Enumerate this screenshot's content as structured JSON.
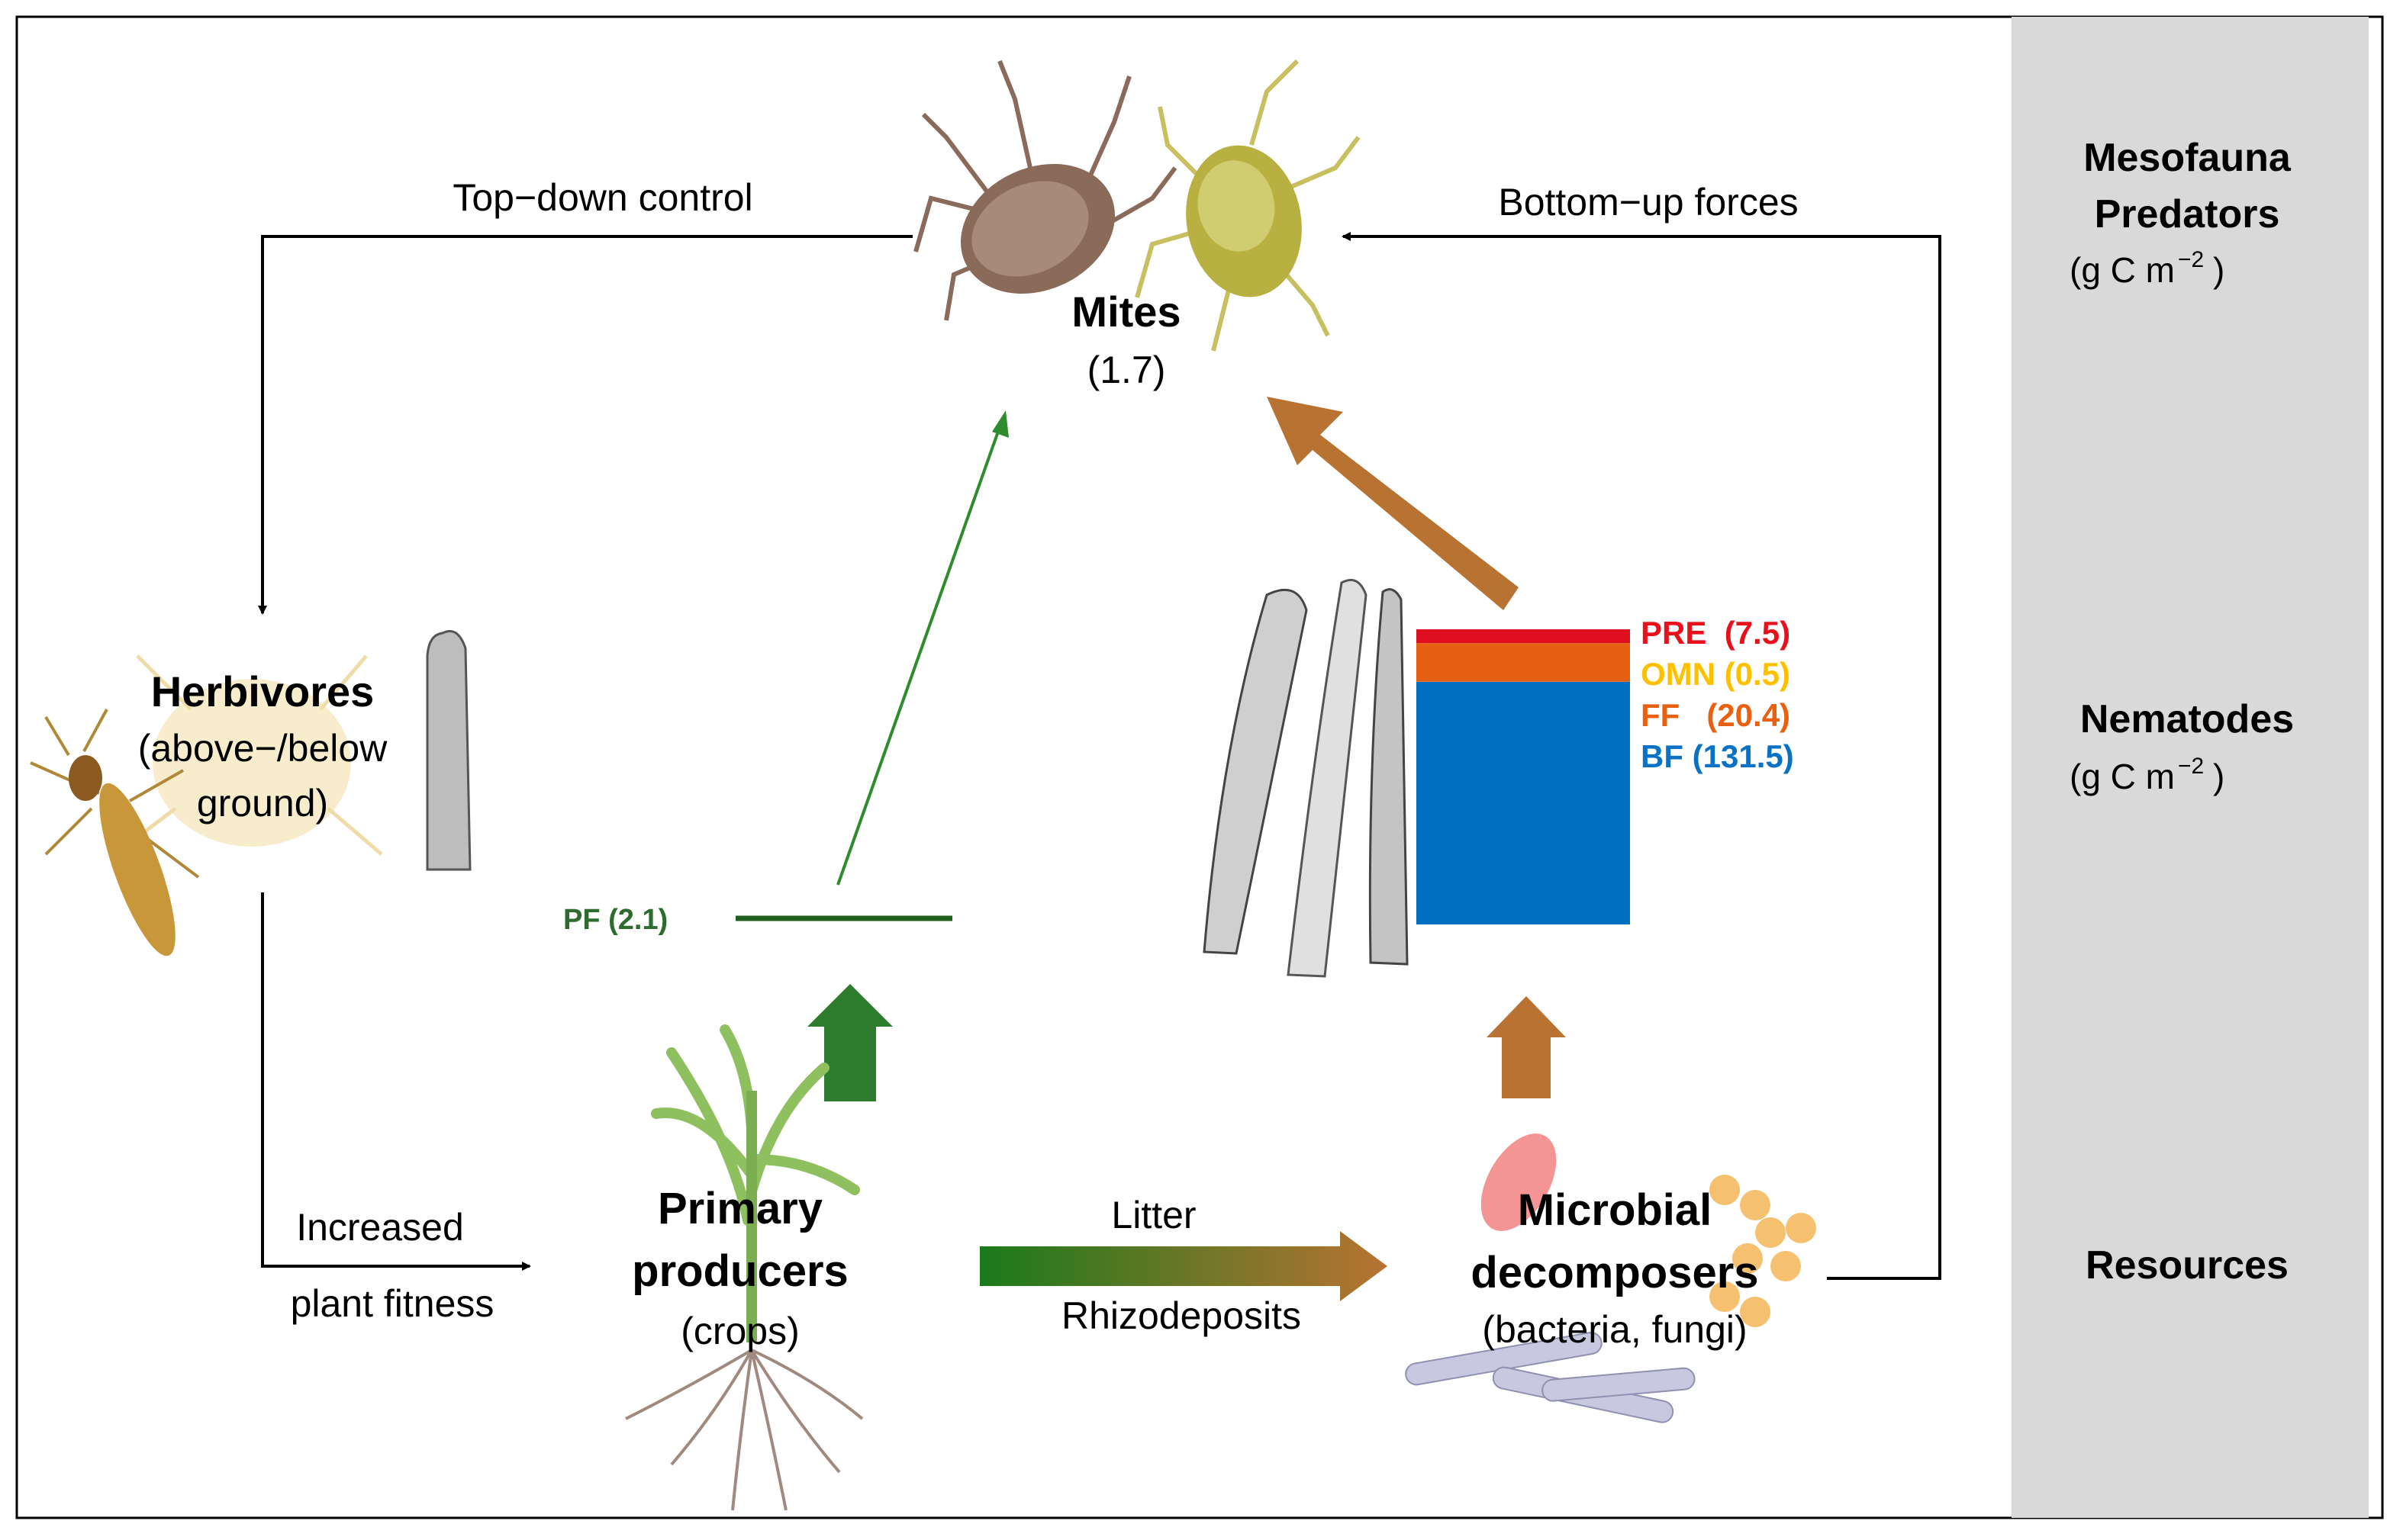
{
  "side_panel": {
    "mesofauna_line1": "Mesofauna",
    "mesofauna_line2": "Predators",
    "mesofauna_unit": "(g C m",
    "unit_exp": "−2",
    "unit_close": ")",
    "nematodes": "Nematodes",
    "nematodes_unit": "(g C m",
    "resources": "Resources"
  },
  "mites": {
    "label": "Mites",
    "value": "(1.7)"
  },
  "arrows": {
    "top_down": "Top−down control",
    "bottom_up": "Bottom−up forces",
    "increased_line1": "Increased",
    "increased_line2": "plant fitness",
    "litter": "Litter",
    "rhizodeposits": "Rhizodeposits"
  },
  "herbivores": {
    "label": "Herbivores",
    "line2": "(above−/below",
    "line3": "ground)"
  },
  "primary": {
    "line1": "Primary",
    "line2": "producers",
    "line3": "(crops)"
  },
  "microbial": {
    "line1": "Microbial",
    "line2": "decomposers",
    "line3": "(bacteria, fungi)"
  },
  "pf_label": "PF (2.1)",
  "nematode_legend": [
    {
      "label": "PRE  (7.5)",
      "color": "#e8101a"
    },
    {
      "label": "OMN (0.5)",
      "color": "#ffc000"
    },
    {
      "label": "FF   (20.4)",
      "color": "#e86010"
    },
    {
      "label": "BF (131.5)",
      "color": "#0a72c4"
    }
  ],
  "chart_data": {
    "type": "bar",
    "categories": [
      "BF",
      "FF",
      "OMN",
      "PRE"
    ],
    "values": [
      131.5,
      20.4,
      0.5,
      7.5
    ],
    "colors": [
      "#0070c0",
      "#e46010",
      "#e46010",
      "#e01020"
    ],
    "stacked": true
  },
  "colors": {
    "panel_bg": "#d9d9d9",
    "green": "#2e7d2e",
    "dark_green": "#1f5f1f",
    "brown": "#b87333"
  }
}
